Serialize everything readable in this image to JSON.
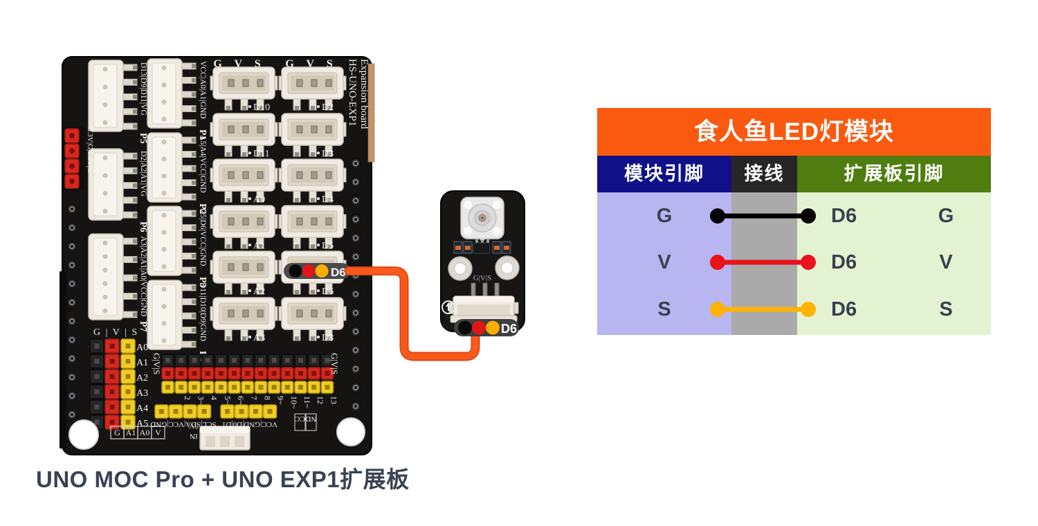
{
  "caption": "UNO MOC Pro + UNO EXP1扩展板",
  "palette": {
    "pcb_black": "#151413",
    "pin_black": "#242424",
    "pin_red": "#D5281E",
    "pin_yellow": "#F2CD27",
    "connector_white": "#EFEBE2",
    "silk_white": "#F2F0EA"
  },
  "wire": {
    "color": "#F4511C",
    "outline": "#DD4410"
  },
  "board": {
    "top_labels": [
      "G V S",
      "G V S"
    ],
    "side_label": [
      "HS-UNO-EXP1",
      "Expansion board"
    ],
    "jumper_label": "3.3V|G|3.3V|G",
    "left_ports": [
      {
        "pins": "D13|D9|D11|VG",
        "name": "P5"
      },
      {
        "pins": "D2|A2|A1|VG",
        "name": "P6"
      },
      {
        "pins": "A3|A2|A1|A0|VCC|GND",
        "name": "P7"
      }
    ],
    "mid_ports": [
      {
        "pins": "VCC|A0|A1|GND",
        "name": "P1"
      },
      {
        "pins": "A5|A4|VCC|GND",
        "name": "P2"
      },
      {
        "pins": "D5|D6|VCC|GND",
        "name": "P3"
      },
      {
        "pins": "D11|D10|D9|GND",
        "name": "P4"
      }
    ],
    "grid_labels": {
      "col1": [
        "D10",
        "D11",
        "A0",
        "A1",
        "A2",
        "A3"
      ],
      "col2": [
        "D2",
        "D3",
        "D4",
        "D5",
        "D6",
        "D8"
      ]
    },
    "analog": {
      "header": "G | V | S",
      "rows": [
        "A0",
        "A1",
        "A2",
        "A3",
        "A4",
        "A5"
      ]
    },
    "digital": {
      "side": "G|V|S",
      "numbers": [
        "2",
        "3~",
        "4",
        "5~",
        "6~",
        "7",
        "8",
        "9~",
        "10~",
        "11~",
        "12",
        "13"
      ]
    },
    "bottom_left_group": "SCL|SDA|VCC|GND",
    "bottom_right_group": "VCC|GND|D0|D1",
    "corner_labels": [
      "G",
      "A1",
      "A0",
      "V"
    ],
    "partial_labels": [
      "CC",
      "ND"
    ],
    "power_labels": [
      "5V",
      "IN"
    ],
    "d6_marker": "D6",
    "d6_dot_colors": [
      "#0A0A0A",
      "#E11617",
      "#F6AE04"
    ]
  },
  "module": {
    "silk": "G|V|S",
    "marker": "D6",
    "d6_dot_colors": [
      "#0A0A0A",
      "#E11617",
      "#F6AE04"
    ]
  },
  "wiring_table": {
    "title": "食人鱼LED灯模块",
    "title_bg": "#F95A10",
    "text_color": "#39404E",
    "columns": [
      {
        "label": "模块引脚",
        "bg": "#101189",
        "body_bg": "#B9B5F0"
      },
      {
        "label": "接线",
        "bg": "#262626",
        "body_bg": "#ABAAAB"
      },
      {
        "label": "扩展板引脚",
        "bg": "#4F7D10",
        "body_bg": "#E3F3D1"
      }
    ],
    "rows": [
      {
        "module_pin": "G",
        "wire_color": "#000000",
        "board_pin": "D6",
        "pin_type": "G"
      },
      {
        "module_pin": "V",
        "wire_color": "#E8121B",
        "board_pin": "D6",
        "pin_type": "V"
      },
      {
        "module_pin": "S",
        "wire_color": "#FFB302",
        "board_pin": "D6",
        "pin_type": "S"
      }
    ]
  }
}
